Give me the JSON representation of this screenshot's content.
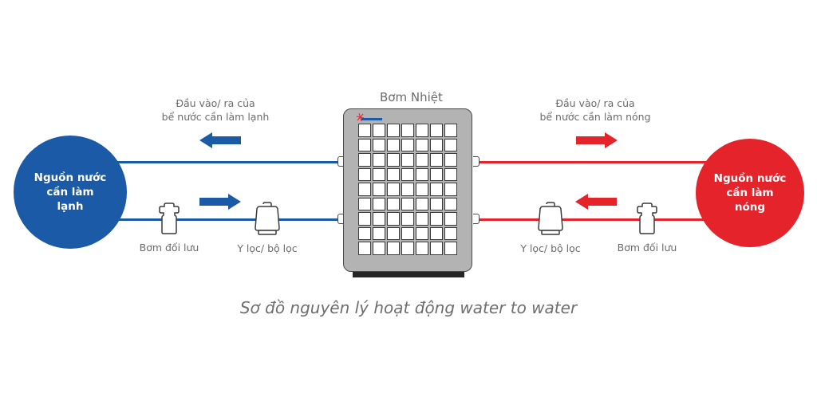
{
  "diagram": {
    "title": "Bơm Nhiệt",
    "caption": "Sơ đồ nguyên lý hoạt động water to water",
    "colors": {
      "cold": "#1b5aa6",
      "hot": "#e4232b",
      "pump_body": "#b3b3b3",
      "text": "#6b6b6b"
    },
    "cold_side": {
      "source_label": "Nguồn nước\ncần làm\nlạnh",
      "io_label": "Đầu  vào/ ra của\nbể nước cần làm lạnh",
      "pump_label": "Bơm đối lưu",
      "filter_label": "Y lọc/ bộ lọc",
      "top_arrow": "left",
      "bottom_arrow": "right"
    },
    "hot_side": {
      "source_label": "Nguồn nước\ncần làm\nnóng",
      "io_label": "Đầu  vào/ ra của\nbể nước cần làm nóng",
      "pump_label": "Bơm đối lưu",
      "filter_label": "Y lọc/ bộ lọc",
      "top_arrow": "right",
      "bottom_arrow": "left"
    },
    "heat_pump": {
      "grid_columns": 7,
      "grid_rows": 9,
      "logo_icon": "brand-logo-icon"
    }
  }
}
